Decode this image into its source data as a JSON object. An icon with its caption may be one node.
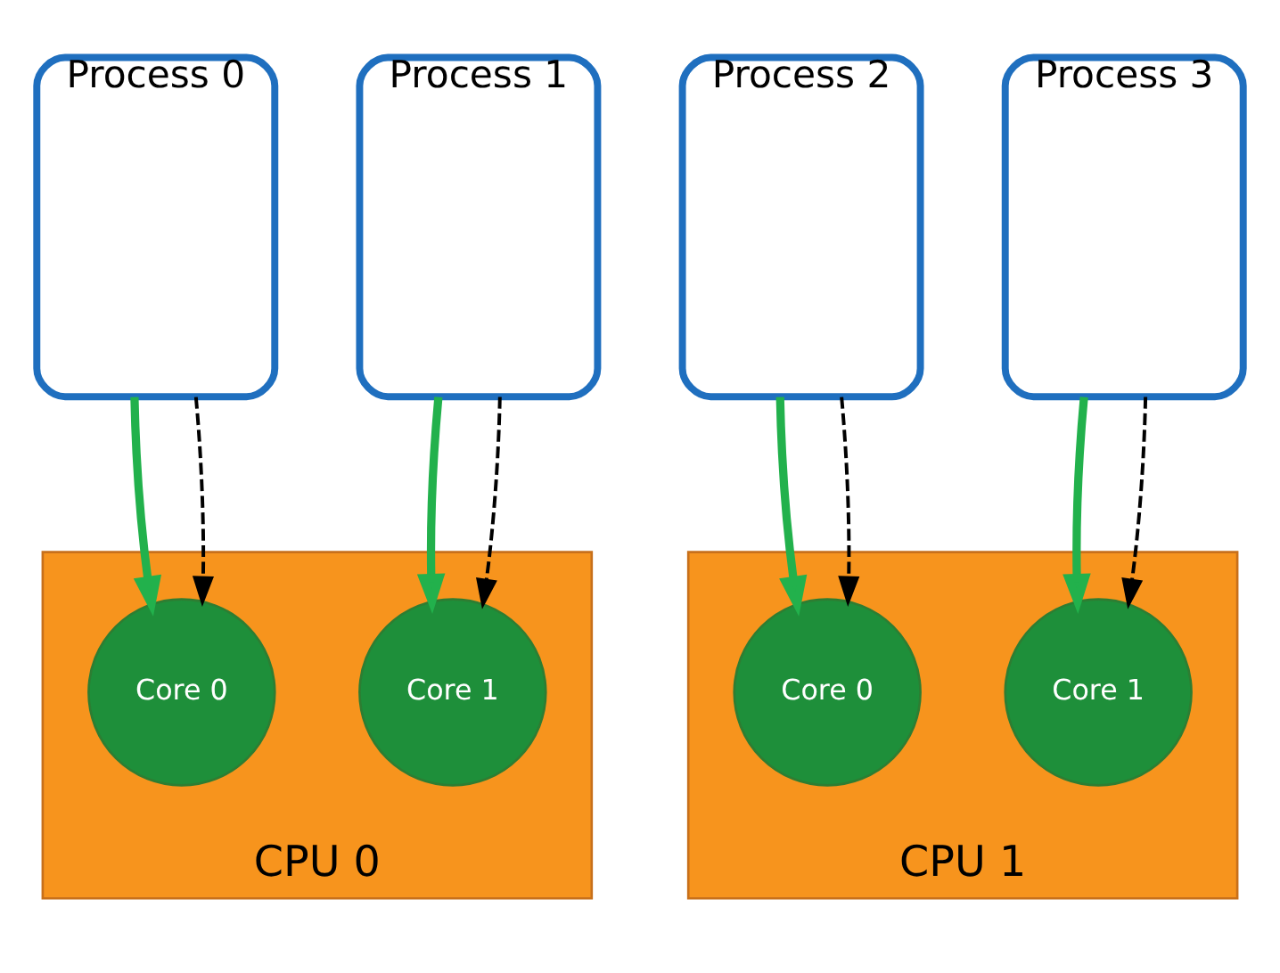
{
  "diagram": {
    "nodes": [
      {
        "text": [
          "Process 0"
        ]
      },
      {
        "text": [
          "Process 1"
        ]
      },
      {
        "text": [
          "Process 2"
        ]
      },
      {
        "text": [
          "Process 3"
        ]
      },
      {
        "text": [
          "CPU 0"
        ]
      },
      {
        "text": [
          "Core 0"
        ],
        "in": 4
      },
      {
        "text": [
          "Core 1"
        ],
        "in": 4
      },
      {
        "text": [
          "CPU 1"
        ]
      },
      {
        "text": [
          "Core 0"
        ],
        "in": 7
      },
      {
        "text": [
          "Core 1"
        ],
        "in": 7
      }
    ],
    "edges": [
      {
        "from": 0,
        "to": 5,
        "arrow": "to",
        "style": "thick",
        "color": "#22b14c"
      },
      {
        "from": 0,
        "to": 5,
        "arrow": "to",
        "style": "dashed",
        "color": "#000000"
      },
      {
        "from": 1,
        "to": 6,
        "arrow": "to",
        "style": "thick",
        "color": "#22b14c"
      },
      {
        "from": 1,
        "to": 6,
        "arrow": "to",
        "style": "dashed",
        "color": "#000000"
      },
      {
        "from": 2,
        "to": 8,
        "arrow": "to",
        "style": "thick",
        "color": "#22b14c"
      },
      {
        "from": 2,
        "to": 8,
        "arrow": "to",
        "style": "dashed",
        "color": "#000000"
      },
      {
        "from": 3,
        "to": 9,
        "arrow": "to",
        "style": "thick",
        "color": "#22b14c"
      },
      {
        "from": 3,
        "to": 9,
        "arrow": "to",
        "style": "dashed",
        "color": "#000000"
      }
    ]
  }
}
